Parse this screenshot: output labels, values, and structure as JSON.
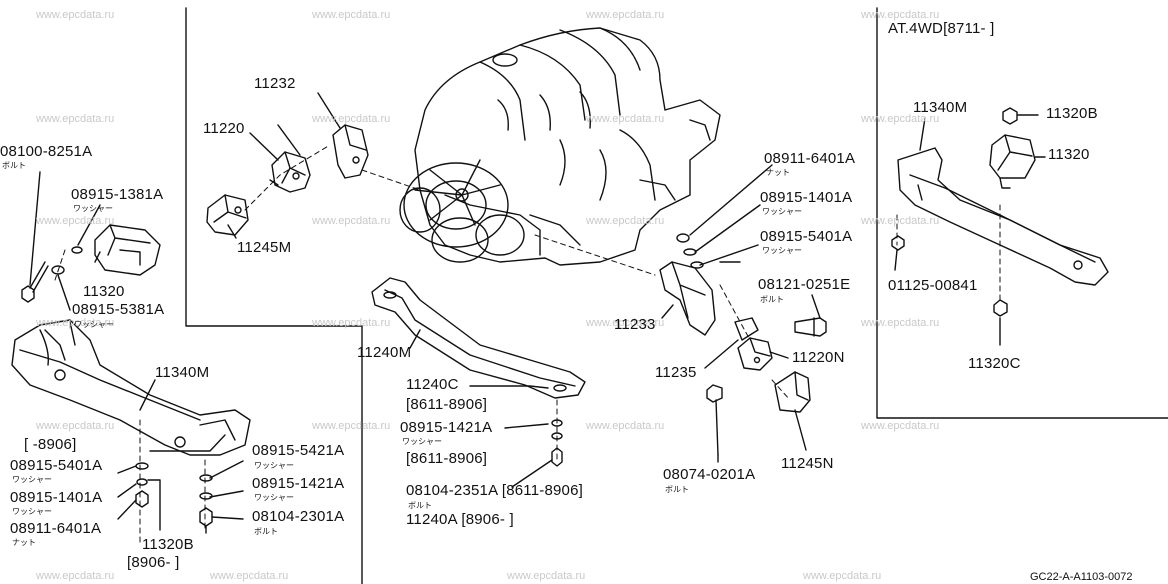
{
  "watermark": "www.epcdata.ru",
  "inset_title": "AT.4WD[8711-    ]",
  "diagram_code": "GC22-A-A1103-0072",
  "labels": {
    "p08100_8251A": "08100-8251A",
    "p08100_8251A_sub": "ボルト",
    "p08915_1381A": "08915-1381A",
    "p08915_1381A_sub": "ワッシャー",
    "p11320": "11320",
    "p08915_5381A": "08915-5381A",
    "p08915_5381A_sub": "ワッシャー",
    "p11340M": "11340M",
    "p8906_range": "[    -8906]",
    "p08915_5401A_l": "08915-5401A",
    "p08915_5401A_l_sub": "ワッシャー",
    "p08915_1401A_l": "08915-1401A",
    "p08915_1401A_l_sub": "ワッシャー",
    "p08911_6401A_l": "08911-6401A",
    "p08911_6401A_l_sub": "ナット",
    "p11320B_l": "11320B",
    "p8906_from": "[8906-    ]",
    "p08915_5421A": "08915-5421A",
    "p08915_5421A_sub": "ワッシャー",
    "p08915_1421A_m": "08915-1421A",
    "p08915_1421A_m_sub": "ワッシャー",
    "p08104_2301A": "08104-2301A",
    "p08104_2301A_sub": "ボルト",
    "p11232": "11232",
    "p11220": "11220",
    "p11245M": "11245M",
    "p11240M": "11240M",
    "p11240C": "11240C",
    "p8611_8906_a": "[8611-8906]",
    "p08915_1421A_c": "08915-1421A",
    "p08915_1421A_c_sub": "ワッシャー",
    "p8611_8906_b": "[8611-8906]",
    "p08104_2351A": "08104-2351A  [8611-8906]",
    "p08104_2351A_sub": "ボルト",
    "p11240A": "11240A [8906-    ]",
    "p08911_6401A_r": "08911-6401A",
    "p08911_6401A_r_sub": "ナット",
    "p08915_1401A_r": "08915-1401A",
    "p08915_1401A_r_sub": "ワッシャー",
    "p08915_5401A_r": "08915-5401A",
    "p08915_5401A_r_sub": "ワッシャー",
    "p08121_0251E": "08121-0251E",
    "p08121_0251E_sub": "ボルト",
    "p11233": "11233",
    "p11220N": "11220N",
    "p11235": "11235",
    "p08074_0201A": "08074-0201A",
    "p08074_0201A_sub": "ボルト",
    "p11245N": "11245N",
    "i11340M": "11340M",
    "i11320B": "11320B",
    "i11320": "11320",
    "i01125_00841": "01125-00841",
    "i11320C": "11320C"
  }
}
